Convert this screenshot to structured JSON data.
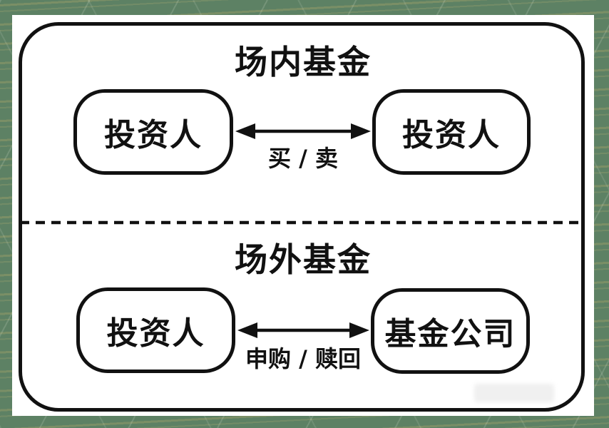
{
  "page": {
    "type": "fund-trading-diagram",
    "colors": {
      "background_green": "#5d8164",
      "texture_gold": "#aaa569",
      "card_white": "#ffffff",
      "stroke_black": "#111111"
    }
  },
  "diagram": {
    "sections": [
      {
        "title": "场内基金",
        "left_node": "投资人",
        "right_node": "投资人",
        "arrow_label": "买 / 卖"
      },
      {
        "title": "场外基金",
        "left_node": "投资人",
        "right_node": "基金公司",
        "arrow_label": "申购 / 赎回"
      }
    ]
  }
}
